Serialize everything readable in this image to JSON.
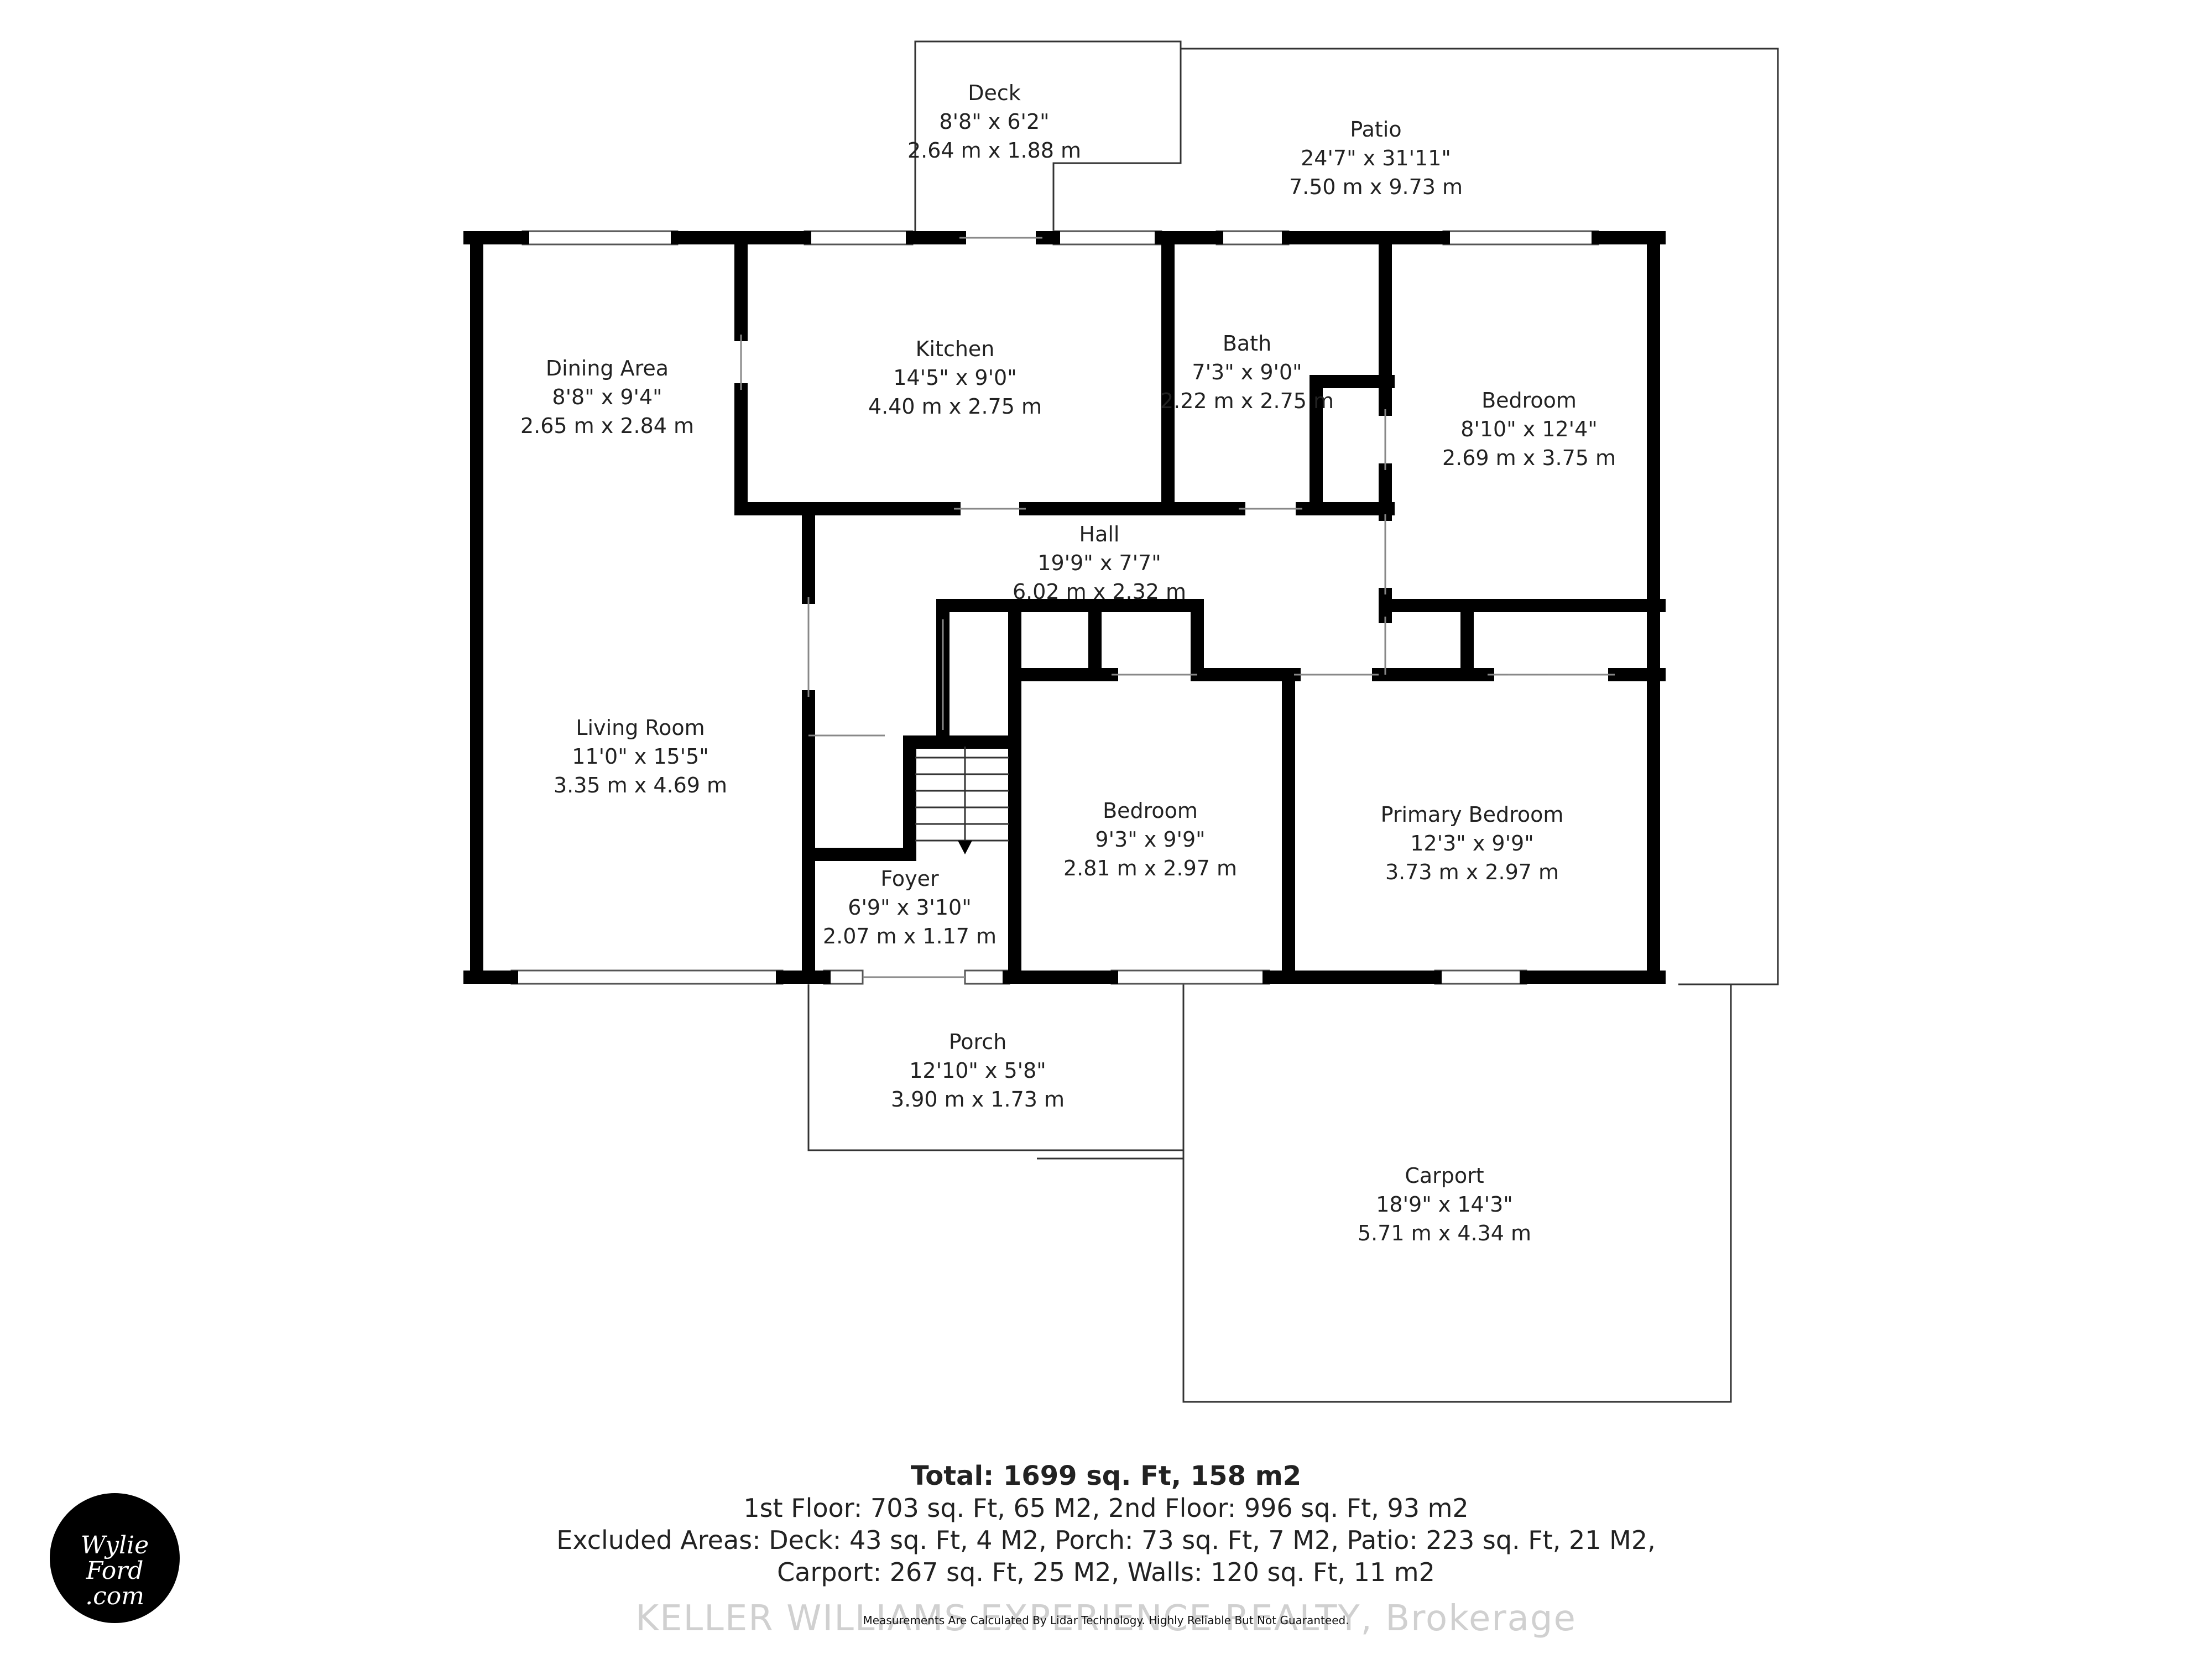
{
  "rooms": [
    {
      "id": "deck",
      "name": "Deck",
      "imperial": "8'8\" x 6'2\"",
      "metric": "2.64 m x 1.88 m"
    },
    {
      "id": "patio",
      "name": "Patio",
      "imperial": "24'7\" x 31'11\"",
      "metric": "7.50 m x 9.73 m"
    },
    {
      "id": "dining",
      "name": "Dining Area",
      "imperial": "8'8\" x 9'4\"",
      "metric": "2.65 m x 2.84 m"
    },
    {
      "id": "kitchen",
      "name": "Kitchen",
      "imperial": "14'5\" x 9'0\"",
      "metric": "4.40 m x 2.75 m"
    },
    {
      "id": "bath",
      "name": "Bath",
      "imperial": "7'3\" x 9'0\"",
      "metric": "2.22 m x 2.75 m"
    },
    {
      "id": "bedroom-ne",
      "name": "Bedroom",
      "imperial": "8'10\" x 12'4\"",
      "metric": "2.69 m x 3.75 m"
    },
    {
      "id": "hall",
      "name": "Hall",
      "imperial": "19'9\" x 7'7\"",
      "metric": "6.02 m x 2.32 m"
    },
    {
      "id": "living",
      "name": "Living Room",
      "imperial": "11'0\" x 15'5\"",
      "metric": "3.35 m x 4.69 m"
    },
    {
      "id": "bedroom-s",
      "name": "Bedroom",
      "imperial": "9'3\" x 9'9\"",
      "metric": "2.81 m x 2.97 m"
    },
    {
      "id": "primary",
      "name": "Primary Bedroom",
      "imperial": "12'3\" x 9'9\"",
      "metric": "3.73 m x 2.97 m"
    },
    {
      "id": "foyer",
      "name": "Foyer",
      "imperial": "6'9\" x 3'10\"",
      "metric": "2.07 m x 1.17 m"
    },
    {
      "id": "porch",
      "name": "Porch",
      "imperial": "12'10\" x 5'8\"",
      "metric": "3.90 m x 1.73 m"
    },
    {
      "id": "carport",
      "name": "Carport",
      "imperial": "18'9\" x 14'3\"",
      "metric": "5.71 m x 4.34 m"
    }
  ],
  "summary": {
    "total": "Total: 1699 sq. Ft, 158 m2",
    "floors": "1st Floor: 703 sq. Ft, 65 M2, 2nd Floor: 996 sq. Ft, 93 m2",
    "excluded_1": "Excluded Areas: Deck: 43 sq. Ft, 4 M2, Porch: 73 sq. Ft, 7 M2, Patio: 223 sq. Ft, 21 M2,",
    "excluded_2": "Carport: 267 sq. Ft, 25 M2, Walls: 120 sq. Ft, 11 m2"
  },
  "disclaimer": "Measurements Are Calculated By Lidar Technology. Highly Reliable But Not Guaranteed.",
  "watermark": "KELLER WILLIAMS EXPERIENCE REALTY, Brokerage",
  "logo": {
    "text": "Wylie\nFord\n.com",
    "icon": "wylie-ford-logo-icon"
  },
  "colors": {
    "wall": "#000000",
    "background": "#ffffff",
    "text": "#222222"
  }
}
